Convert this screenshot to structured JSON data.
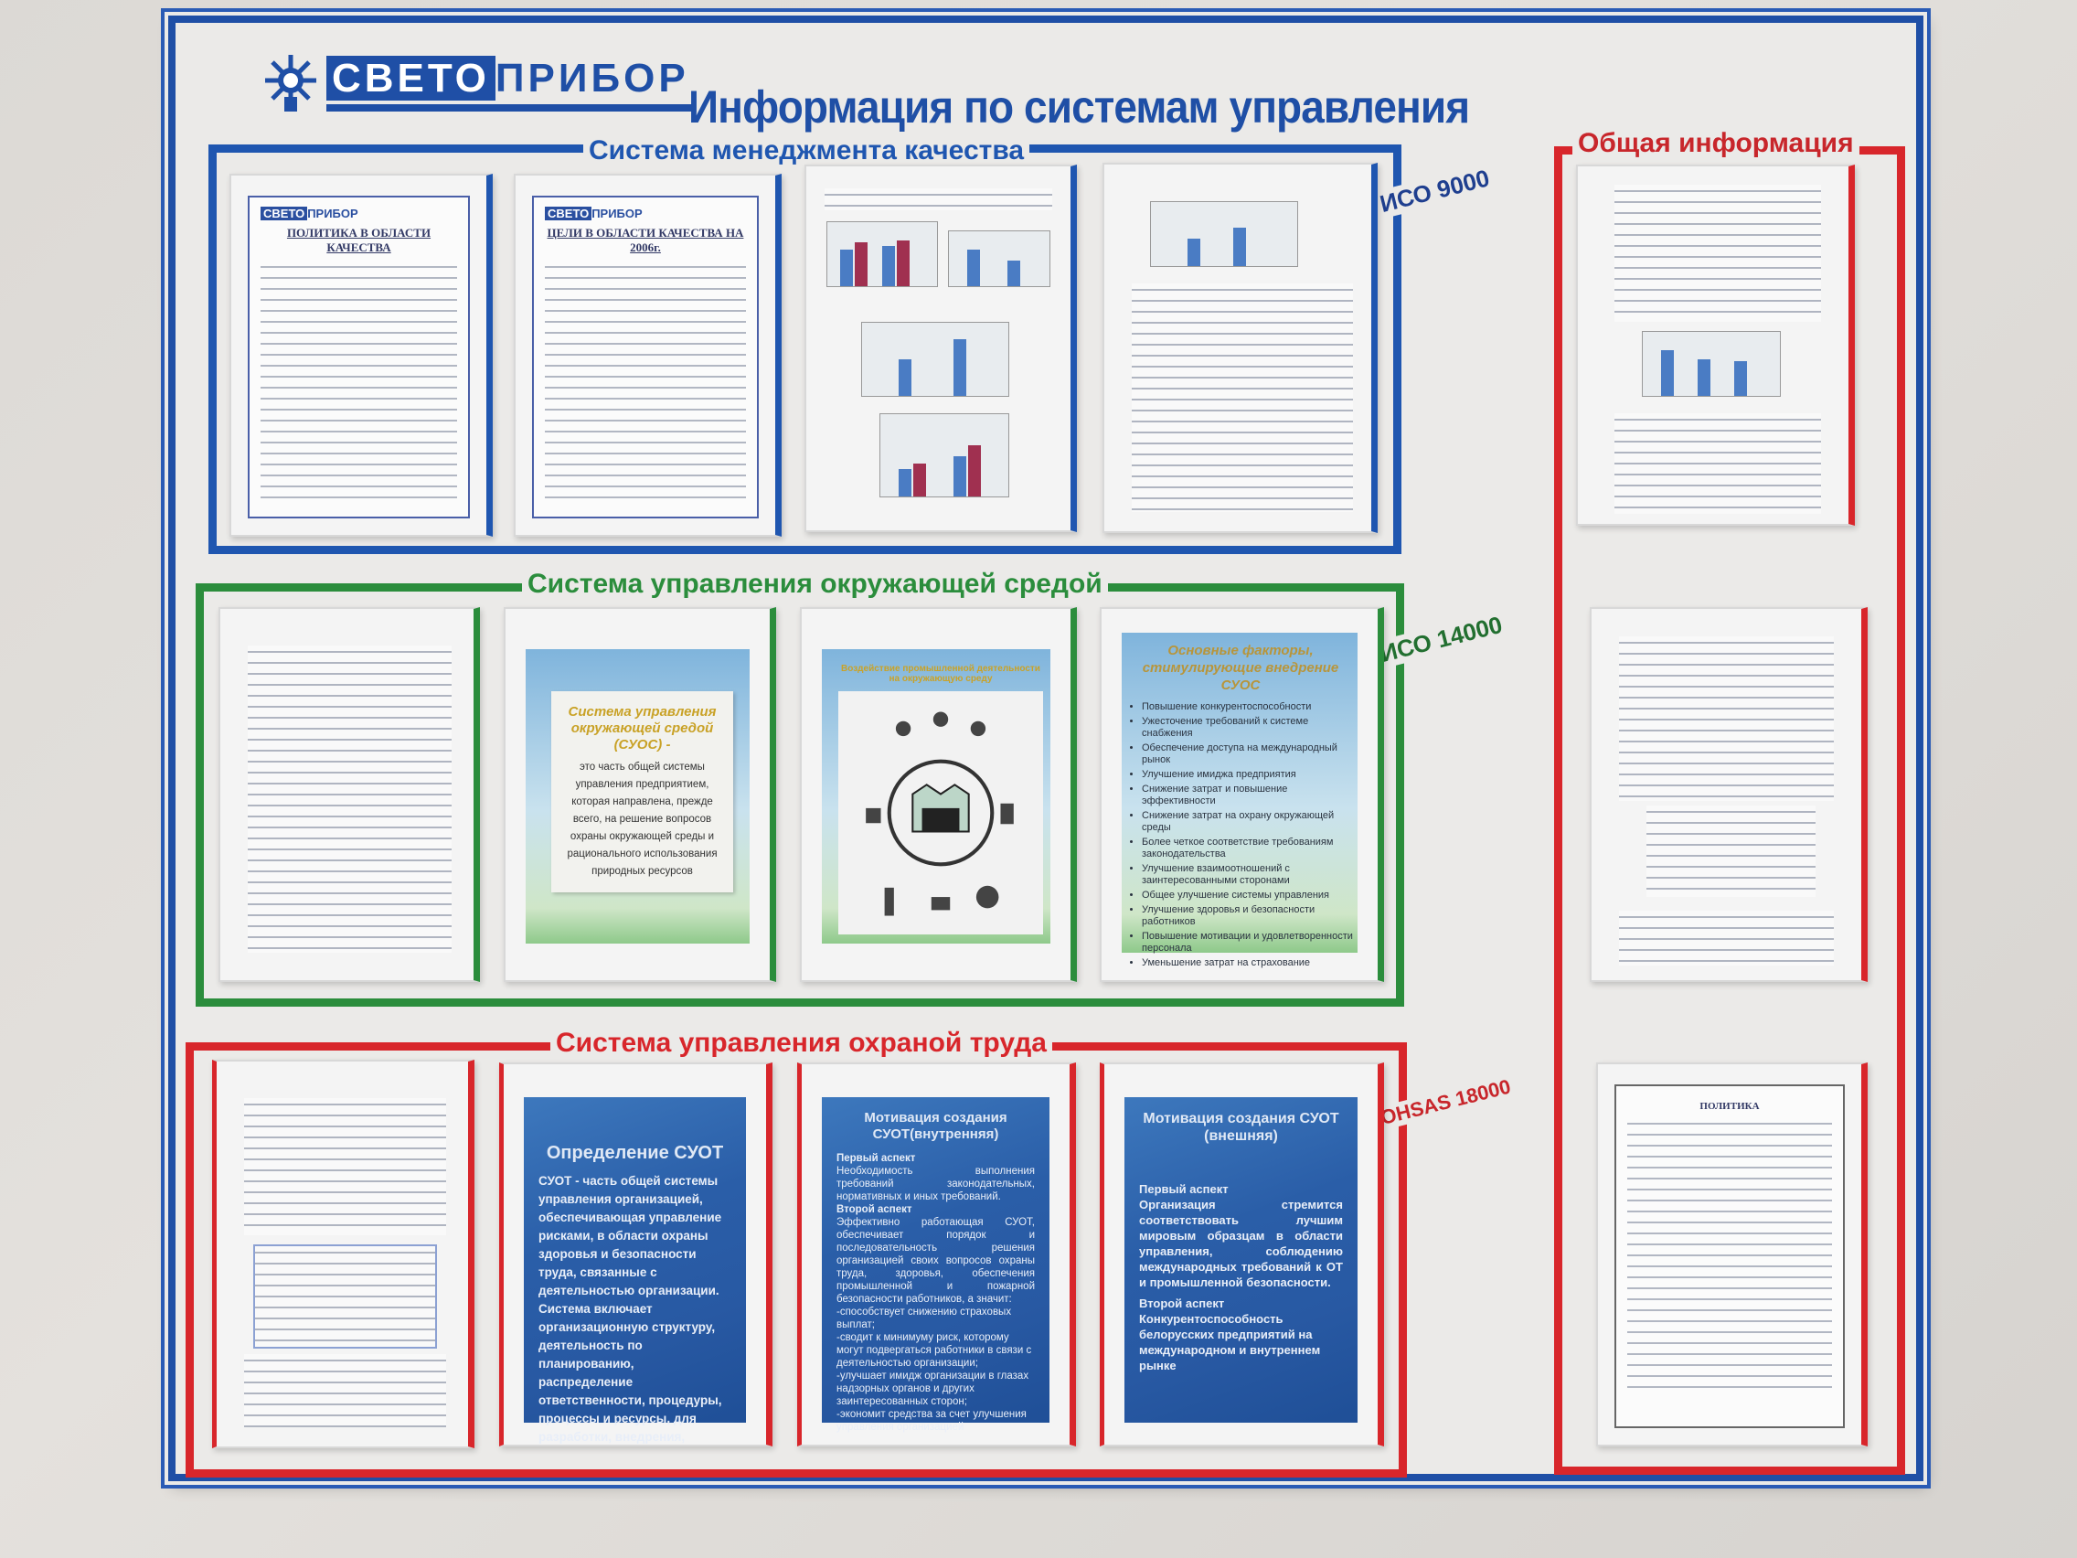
{
  "board": {
    "logo": {
      "part1": "СВЕТО",
      "part2": "ПРИБОР"
    },
    "title": "Информация по системам управления"
  },
  "quality": {
    "title": "Система менеджмента качества",
    "standard": "ИСО 9000",
    "cards": [
      {
        "logo_part1": "СВЕТО",
        "logo_part2": "ПРИБОР",
        "heading": "ПОЛИТИКА В ОБЛАСТИ КАЧЕСТВА"
      },
      {
        "logo_part1": "СВЕТО",
        "logo_part2": "ПРИБОР",
        "heading": "ЦЕЛИ В ОБЛАСТИ КАЧЕСТВА НА 2006г."
      }
    ]
  },
  "environment": {
    "title": "Система управления окружающей средой",
    "standard": "ИСО 14000",
    "definition": {
      "heading": "Система управления окружающей средой (СУОС) -",
      "text": "это часть общей системы управления предприятием, которая направлена, прежде всего, на решение вопросов охраны окружающей среды и рационального использования природных ресурсов"
    },
    "impact_heading": "Воздействие промышленной деятельности на окружающую среду",
    "factors": {
      "heading": "Основные факторы, стимулирующие внедрение СУОС",
      "items": [
        "Повышение конкурентоспособности",
        "Ужесточение требований к системе снабжения",
        "Обеспечение доступа на международный рынок",
        "Улучшение имиджа предприятия",
        "Снижение затрат и повышение эффективности",
        "Снижение затрат на охрану окружающей среды",
        "Более четкое соответствие требованиям законодательства",
        "Улучшение взаимоотношений с заинтересованными сторонами",
        "Общее улучшение системы управления",
        "Улучшение здоровья и безопасности работников",
        "Повышение мотивации и удовлетворенности персонала",
        "Уменьшение затрат на страхование"
      ]
    }
  },
  "safety": {
    "title": "Система управления охраной труда",
    "standard": "OHSAS 18000",
    "definition": {
      "heading": "Определение СУОТ",
      "text": "СУОТ - часть общей системы управления организацией, обеспечивающая управление рисками, в области охраны здоровья и безопасности труда, связанные с деятельностью организации. Система включает организационную структуру, деятельность по планированию, распределение ответственности, процедуры, процессы и ресурсы, для разработки, внедрения, достижения целей, анализа результативности политики и мероприятий организации."
    },
    "internal": {
      "heading": "Мотивация создания СУОТ(внутренняя)",
      "aspect1": "Первый аспект",
      "aspect1_text": "Необходимость выполнения требований законодательных, нормативных и иных требований.",
      "aspect2": "Второй аспект",
      "aspect2_text": "Эффективно работающая СУОТ, обеспечивает порядок и последовательность решения организацией своих вопросов охраны труда, здоровья, обеспечения промышленной и пожарной безопасности работников, а значит:",
      "points": [
        "-способствует снижению страховых выплат;",
        "-сводит к минимуму риск, которому могут подвергаться работники в связи с деятельностью организации;",
        "-улучшает имидж организации в глазах надзорных органов и других заинтересованных сторон;",
        "-экономит средства за счет улучшения управления организацией"
      ]
    },
    "external": {
      "heading": "Мотивация создания СУОТ (внешняя)",
      "aspect1": "Первый аспект",
      "aspect1_text": "Организация стремится соответствовать лучшим мировым образцам в области управления, соблюдению международных требований к ОТ и промышленной безопасности.",
      "aspect2": "Второй аспект",
      "aspect2_text": "Конкурентоспособность белорусских предприятий на международном и внутреннем рынке"
    }
  },
  "general": {
    "title": "Общая информация",
    "cards": [
      {
        "heading": ""
      },
      {
        "heading": ""
      },
      {
        "heading": "ПОЛИТИКА"
      }
    ]
  },
  "colors": {
    "blue": "#1f56b0",
    "green": "#2b8d3c",
    "red": "#d8262b"
  }
}
